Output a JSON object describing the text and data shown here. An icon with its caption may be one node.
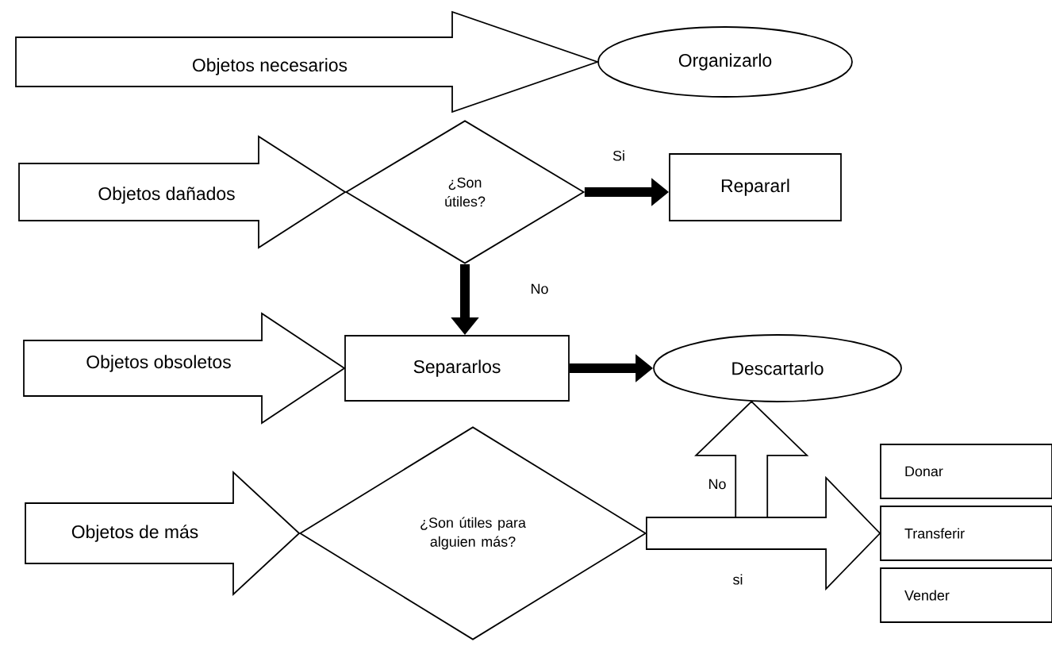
{
  "diagram": {
    "nodes": [
      {
        "text": [
          "Organizarlo"
        ]
      },
      {
        "text": [
          "¿Son útiles?"
        ]
      },
      {
        "text": [
          "Repararl"
        ]
      },
      {
        "text": [
          "Separarlos"
        ]
      },
      {
        "text": [
          "Descartarlo"
        ]
      },
      {
        "text": [
          "¿Son útiles para alguien más?"
        ]
      },
      {
        "text": [
          "Donar"
        ]
      },
      {
        "text": [
          "Transferir"
        ]
      },
      {
        "text": [
          "Vender"
        ]
      }
    ],
    "edges": [
      {
        "from": null,
        "to": 0,
        "arrow": "to",
        "label": "Objetos necesarios",
        "style": "thick"
      },
      {
        "from": null,
        "to": 1,
        "arrow": "to",
        "label": "Objetos dañados",
        "style": "thick"
      },
      {
        "from": 1,
        "to": 2,
        "arrow": "to",
        "label": "Si"
      },
      {
        "from": 1,
        "to": 3,
        "arrow": "to",
        "label": "No"
      },
      {
        "from": null,
        "to": 3,
        "arrow": "to",
        "label": "Objetos obsoletos",
        "style": "thick"
      },
      {
        "from": 3,
        "to": 4,
        "arrow": "to"
      },
      {
        "from": null,
        "to": 5,
        "arrow": "to",
        "label": "Objetos de más",
        "style": "thick"
      },
      {
        "from": 5,
        "to": 4,
        "arrow": "to",
        "label": "No",
        "style": "thick"
      },
      {
        "from": 5,
        "to": 7,
        "arrow": "to",
        "label": "si",
        "style": "thick"
      }
    ]
  }
}
